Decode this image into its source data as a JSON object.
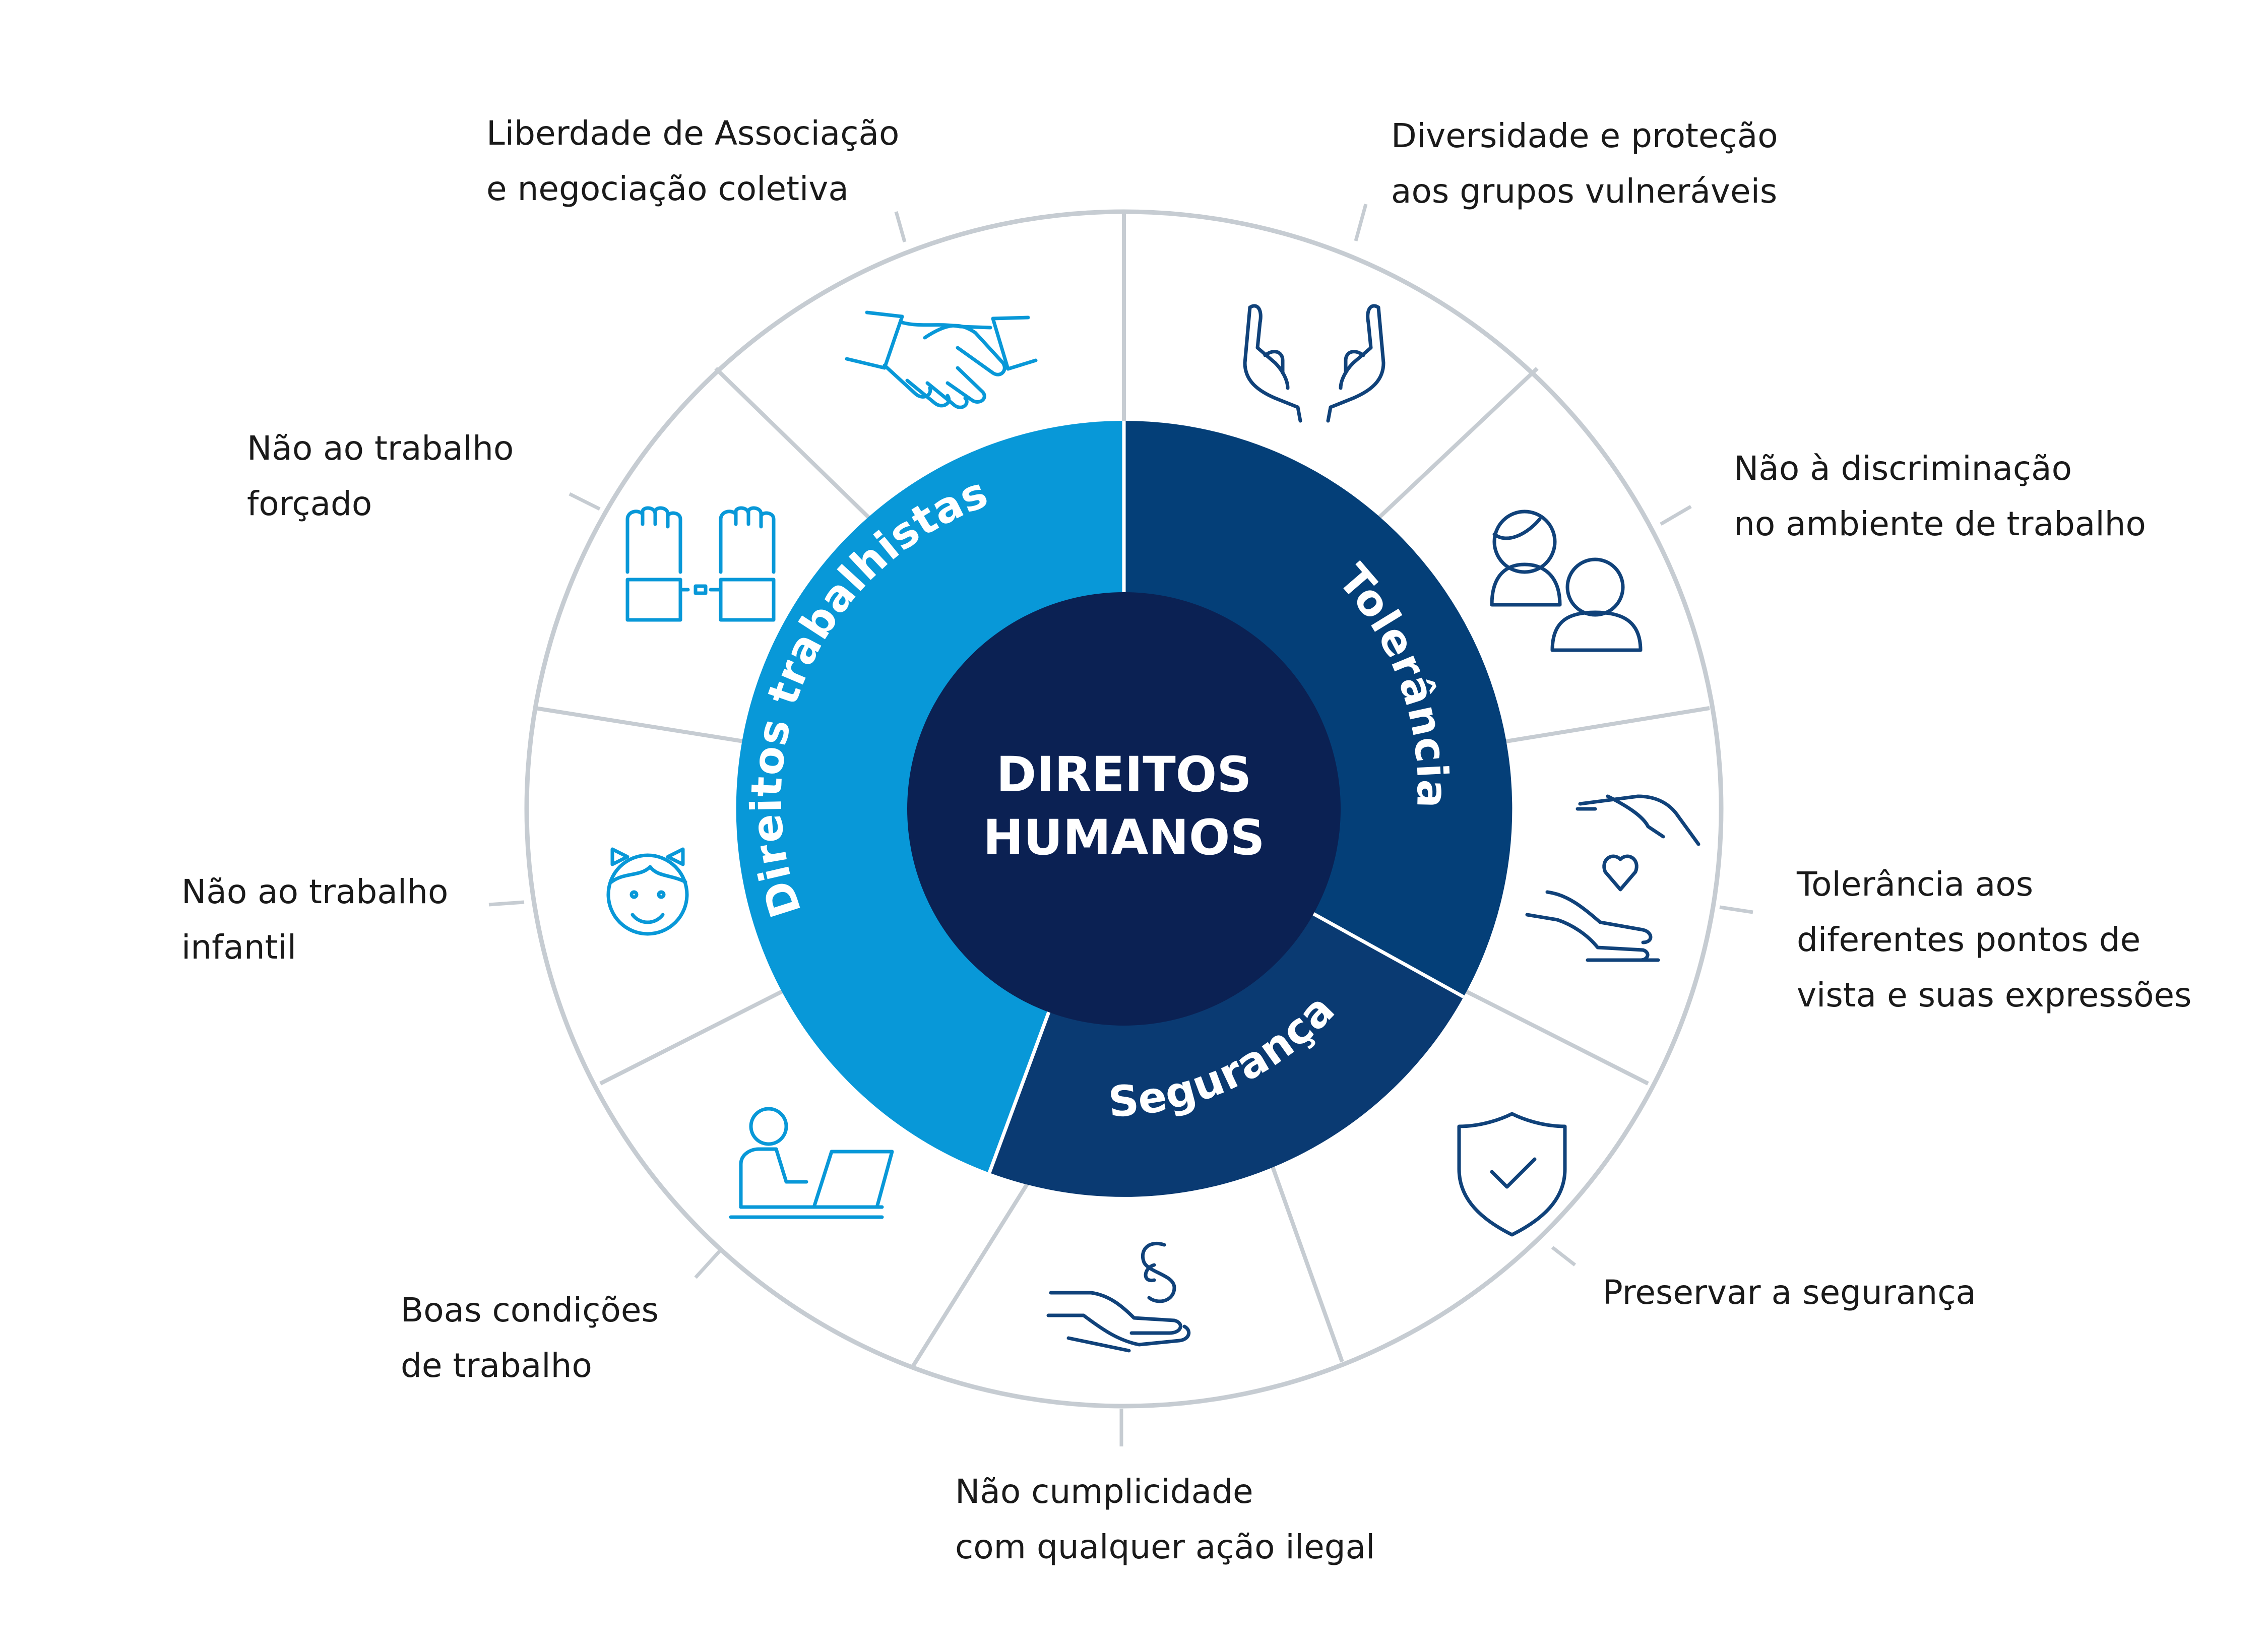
{
  "center": {
    "line1": "DIREITOS",
    "line2": "HUMANOS"
  },
  "segments": {
    "labor": "Direitos trabalhistas",
    "tolerance": "Tolerância",
    "security": "Segurança"
  },
  "colors": {
    "center": "#0b2153",
    "labor": "#0898d8",
    "tolerance": "#043f78",
    "security": "#0a3a72",
    "outer_ring": "#c6ccd2",
    "icon_light": "#0898d8",
    "icon_dark": "#10427a"
  },
  "labels": [
    {
      "icon": "handshake-icon",
      "lines": [
        "Liberdade de Associação",
        "e negociação coletiva"
      ]
    },
    {
      "icon": "open-hands-icon",
      "lines": [
        "Diversidade e proteção",
        "aos grupos vulneráveis"
      ]
    },
    {
      "icon": "people-icon",
      "lines": [
        "Não à discriminação",
        "no ambiente de trabalho"
      ]
    },
    {
      "icon": "hands-heart-icon",
      "lines": [
        "Tolerância aos",
        "diferentes pontos de",
        "vista e suas expressões"
      ]
    },
    {
      "icon": "shield-check-icon",
      "lines": [
        "Preservar a segurança"
      ]
    },
    {
      "icon": "hand-law-icon",
      "lines": [
        "Não cumplicidade",
        "com qualquer ação ilegal"
      ]
    },
    {
      "icon": "laptop-person-icon",
      "lines": [
        "Boas condições",
        "de trabalho"
      ]
    },
    {
      "icon": "child-face-icon",
      "lines": [
        "Não ao trabalho",
        "infantil"
      ]
    },
    {
      "icon": "handcuffs-icon",
      "lines": [
        "Não ao trabalho",
        "forçado"
      ]
    }
  ]
}
